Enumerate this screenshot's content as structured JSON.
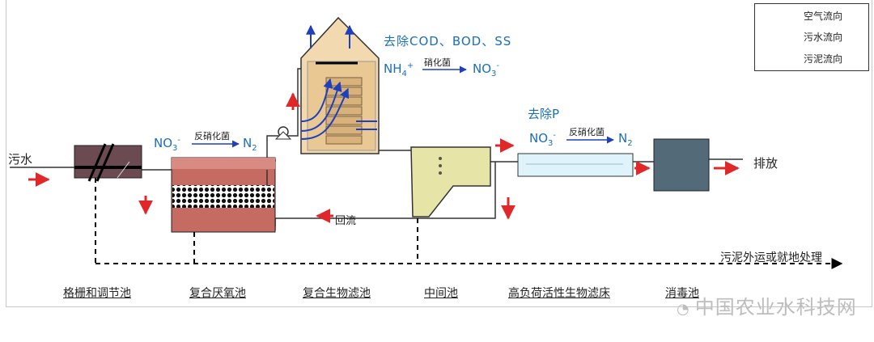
{
  "inputs": {
    "sewage": "污水"
  },
  "outputs": {
    "discharge": "排放",
    "sludge": "污泥外运或就地处理"
  },
  "flow": {
    "return": "回流"
  },
  "reactions": {
    "anaerobic": {
      "left": "NO",
      "sub": "3",
      "sup": "-",
      "bacteria": "反硝化菌",
      "right": "N",
      "right_sub": "2"
    },
    "nitrification": {
      "left": "NH",
      "sub": "4",
      "sup": "+",
      "bacteria": "硝化菌",
      "right": "NO",
      "right_sub": "3",
      "right_sup": "-"
    },
    "high_load": {
      "left": "NO",
      "sub": "3",
      "sup": "-",
      "bacteria": "反硝化菌",
      "right": "N",
      "right_sub": "2"
    }
  },
  "removal": {
    "cod_bod_ss": "去除COD、BOD、SS",
    "phosphorus": "去除P"
  },
  "stages": [
    {
      "label": "格栅和调节池"
    },
    {
      "label": "复合厌氧池"
    },
    {
      "label": "复合生物滤池"
    },
    {
      "label": "中间池"
    },
    {
      "label": "高负荷活性生物滤床"
    },
    {
      "label": "消毒池"
    }
  ],
  "legend": [
    {
      "label": "空气流向",
      "color": "#1f3fbf",
      "style": "solid"
    },
    {
      "label": "污水流向",
      "color": "#e0282a",
      "style": "solid"
    },
    {
      "label": "污泥流向",
      "color": "#000000",
      "style": "dashed"
    }
  ],
  "watermark": "中国农业水科技网"
}
